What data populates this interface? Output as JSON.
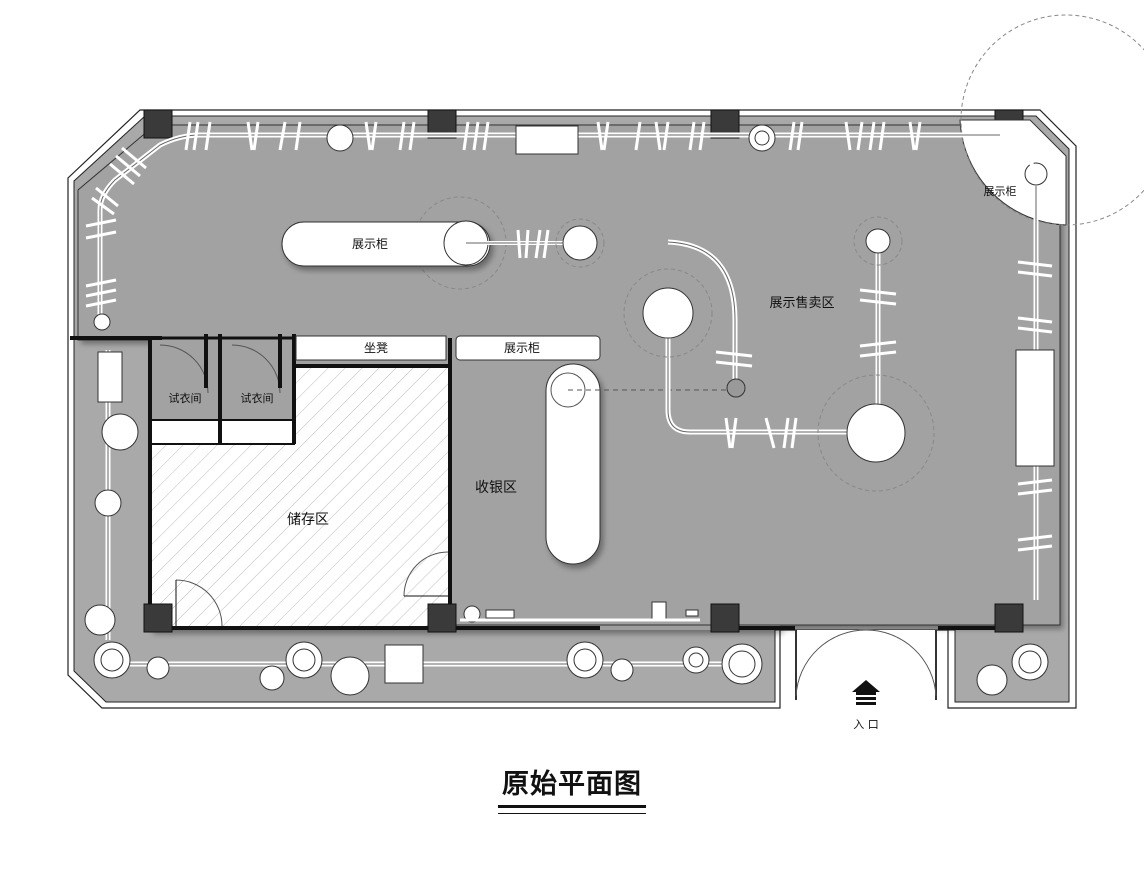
{
  "labels": {
    "display_cabinet_top_left": "展示柜",
    "display_cabinet_corner": "展示柜",
    "display_cabinet_middle": "展示柜",
    "display_sales_area": "展示售卖区",
    "bench": "坐凳",
    "fitting_room_1": "试衣间",
    "fitting_room_2": "试衣间",
    "storage_area": "储存区",
    "cashier_area": "收银区",
    "entrance": "入 口"
  },
  "caption": "原始平面图"
}
